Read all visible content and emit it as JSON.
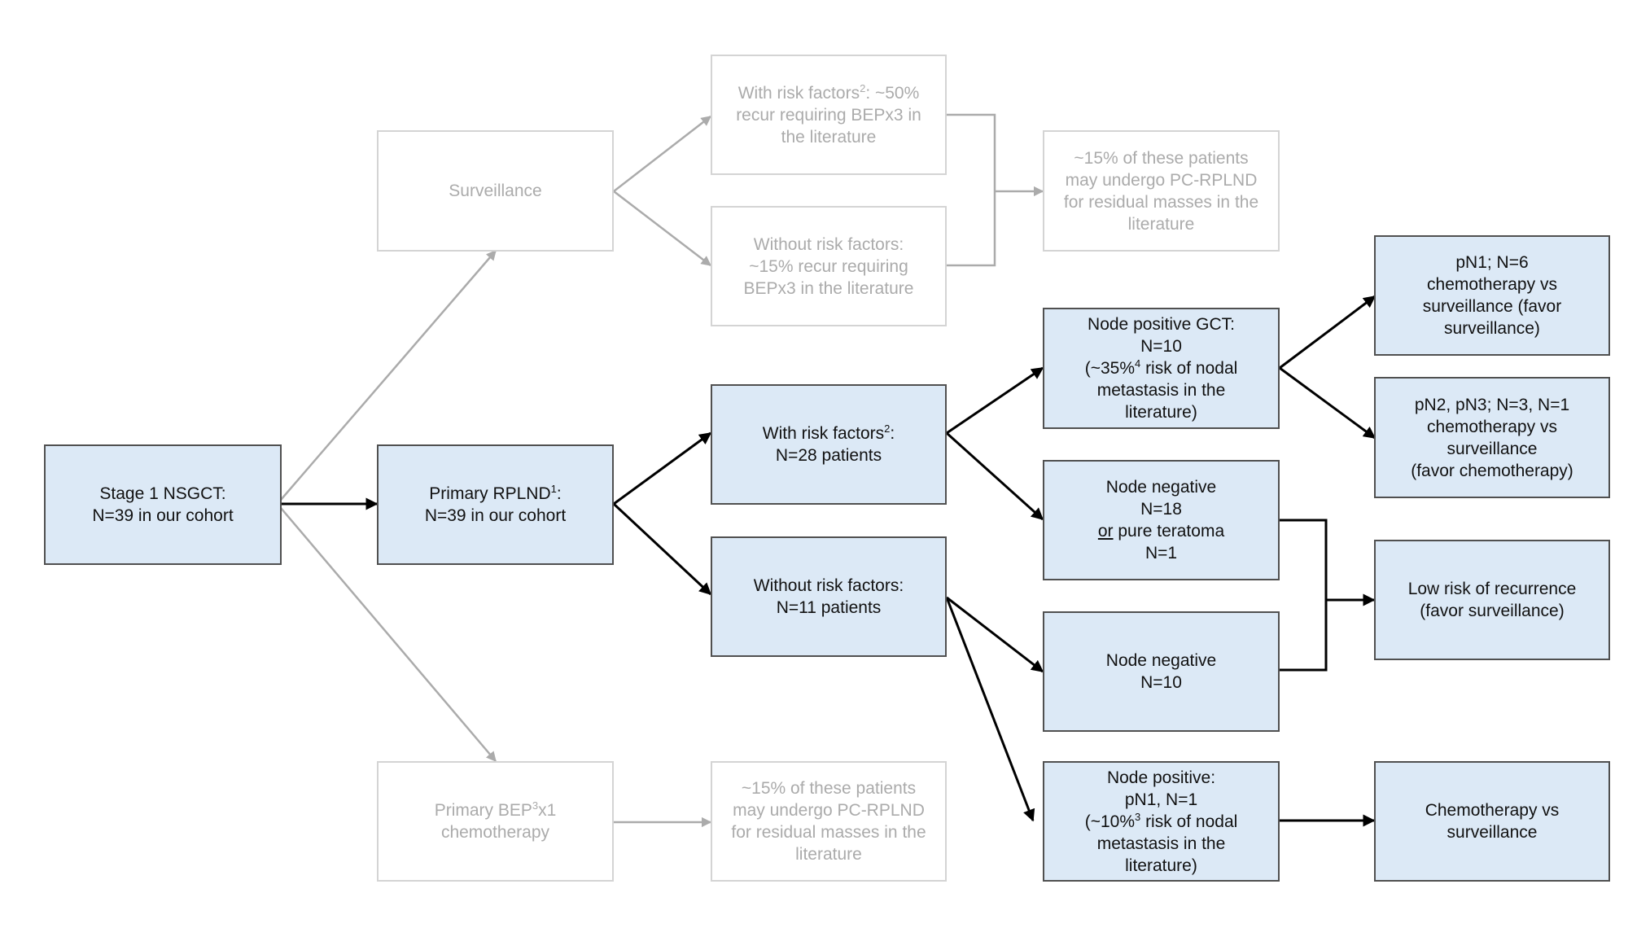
{
  "nodes": {
    "stage1": {
      "line1": "Stage 1 NSGCT:",
      "line2": "N=39 in our cohort"
    },
    "surveillance": {
      "label": "Surveillance"
    },
    "primary_rplnd": {
      "pre": "Primary RPLND",
      "sup": "1",
      "post": ":",
      "line2": "N=39 in our cohort"
    },
    "primary_bep": {
      "pre": "Primary BEP",
      "sup": "3",
      "post": "x1",
      "line2": "chemotherapy"
    },
    "surv_with_rf": {
      "pre": "With risk factors",
      "sup": "2",
      "post": ": ~50%",
      "line2": "recur requiring BEPx3 in",
      "line3": "the literature"
    },
    "surv_without_rf": {
      "line1": "Without risk factors:",
      "line2": "~15% recur requiring",
      "line3": "BEPx3 in the literature"
    },
    "surv_pc_rplnd": {
      "line1": "~15% of these patients",
      "line2": "may undergo PC-RPLND",
      "line3": "for residual masses in the",
      "line4": "literature"
    },
    "rplnd_with_rf": {
      "pre": "With risk factors",
      "sup": "2",
      "post": ":",
      "line2": "N=28 patients"
    },
    "rplnd_without_rf": {
      "line1": "Without risk factors:",
      "line2": "N=11 patients"
    },
    "bep_pc_rplnd": {
      "line1": "~15% of these patients",
      "line2": "may undergo PC-RPLND",
      "line3": "for residual masses in the",
      "line4": "literature"
    },
    "node_pos_gct": {
      "line1": "Node positive GCT:",
      "line2": "N=10",
      "pre": "(~35%",
      "sup": "4",
      "post": " risk of nodal",
      "line4": "metastasis in the",
      "line5": "literature)"
    },
    "node_neg_18": {
      "line1": "Node negative",
      "line2": "N=18",
      "or": "or",
      "rest": " pure teratoma",
      "line4": "N=1"
    },
    "node_neg_10": {
      "line1": "Node negative",
      "line2": "N=10"
    },
    "node_pos_pn1": {
      "line1": "Node positive:",
      "line2": "pN1, N=1",
      "pre": "(~10%",
      "sup": "3",
      "post": " risk of nodal",
      "line4": "metastasis in the",
      "line5": "literature)"
    },
    "pn1_n6": {
      "line1": "pN1; N=6",
      "line2": "chemotherapy vs",
      "line3": "surveillance (favor",
      "line4": "surveillance)"
    },
    "pn2_pn3": {
      "line1": "pN2, pN3; N=3, N=1",
      "line2": "chemotherapy vs",
      "line3": "surveillance",
      "line4": "(favor chemotherapy)"
    },
    "low_risk": {
      "line1": "Low risk of recurrence",
      "line2": "(favor surveillance)"
    },
    "chemo_vs_surv": {
      "line1": "Chemotherapy vs",
      "line2": "surveillance"
    }
  },
  "colors": {
    "active_fill": "#dce9f6",
    "active_border": "#505050",
    "muted_border": "#d4d4d4",
    "muted_text": "#ababab",
    "arrow_active": "#000000",
    "arrow_muted": "#ababab"
  }
}
